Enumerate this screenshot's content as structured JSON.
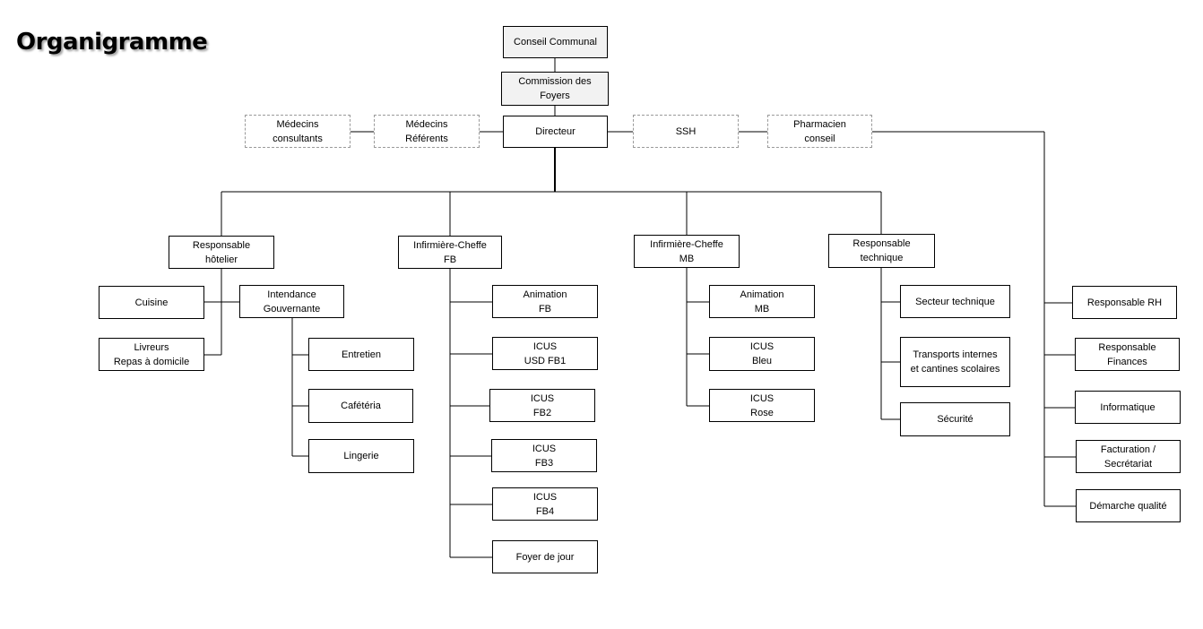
{
  "title": "Organigramme",
  "nodes": {
    "conseil": "Conseil Communal",
    "commission": "Commission des\nFoyers",
    "directeur": "Directeur",
    "medecins_consultants": "Médecins\nconsultants",
    "medecins_referents": "Médecins\nRéférents",
    "ssh": "SSH",
    "pharmacien": "Pharmacien\nconseil",
    "resp_hotelier": "Responsable\nhôtelier",
    "cuisine": "Cuisine",
    "intendance": "Intendance\nGouvernante",
    "livreurs": "Livreurs\nRepas à domicile",
    "entretien": "Entretien",
    "cafeteria": "Cafétéria",
    "lingerie": "Lingerie",
    "inf_fb": "Infirmière-Cheffe\nFB",
    "anim_fb": "Animation\nFB",
    "icus_usd_fb1": "ICUS\nUSD FB1",
    "icus_fb2": "ICUS\nFB2",
    "icus_fb3": "ICUS\nFB3",
    "icus_fb4": "ICUS\nFB4",
    "foyer_jour": "Foyer de jour",
    "inf_mb": "Infirmière-Cheffe\nMB",
    "anim_mb": "Animation\nMB",
    "icus_bleu": "ICUS\nBleu",
    "icus_rose": "ICUS\nRose",
    "resp_tech": "Responsable\ntechnique",
    "secteur_tech": "Secteur technique",
    "transports": "Transports internes\net cantines scolaires",
    "securite": "Sécurité",
    "resp_rh": "Responsable RH",
    "resp_fin": "Responsable\nFinances",
    "informatique": "Informatique",
    "facturation": "Facturation /\nSecrétariat",
    "demarche": "Démarche qualité"
  }
}
